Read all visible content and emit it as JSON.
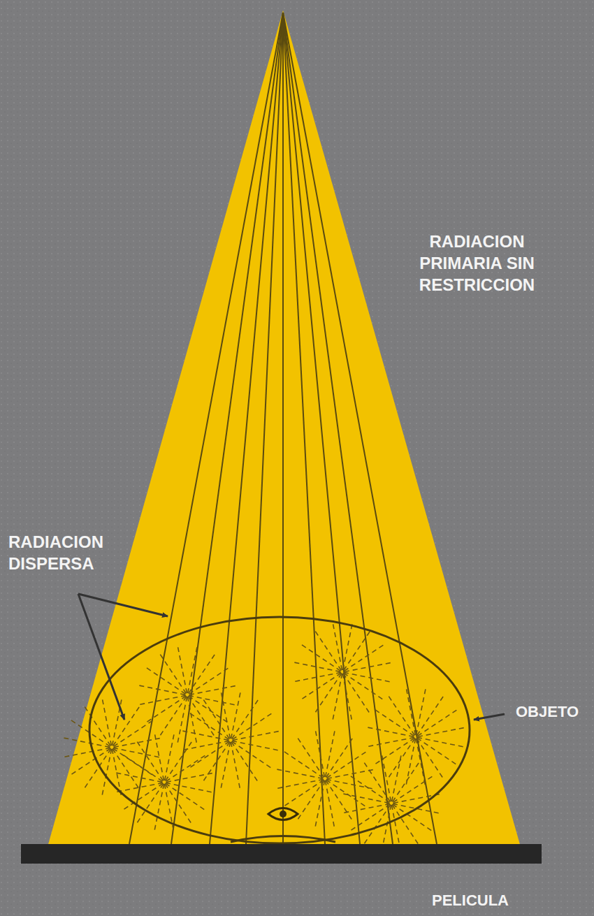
{
  "diagram": {
    "labels": [
      "RADIACION PRIMARIA SIN RESTRICCION",
      "RADIACION DISPERSA",
      "OBJETO",
      "PELICULA"
    ]
  }
}
